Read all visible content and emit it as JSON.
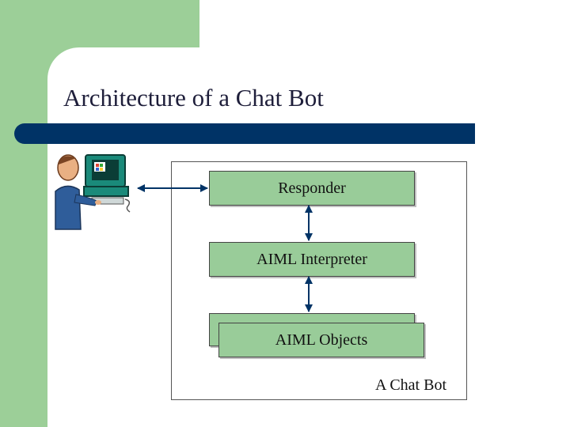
{
  "slide": {
    "title": "Architecture of a Chat Bot"
  },
  "diagram": {
    "container_label": "A Chat Bot",
    "components": {
      "responder": "Responder",
      "interpreter": "AIML Interpreter",
      "objects": "AIML Objects"
    }
  },
  "colors": {
    "green_accent": "#9ccf98",
    "title_bar": "#003366",
    "box_fill": "#99cc99",
    "arrow": "#003366"
  },
  "icons": {
    "user": "person-at-computer-icon"
  }
}
